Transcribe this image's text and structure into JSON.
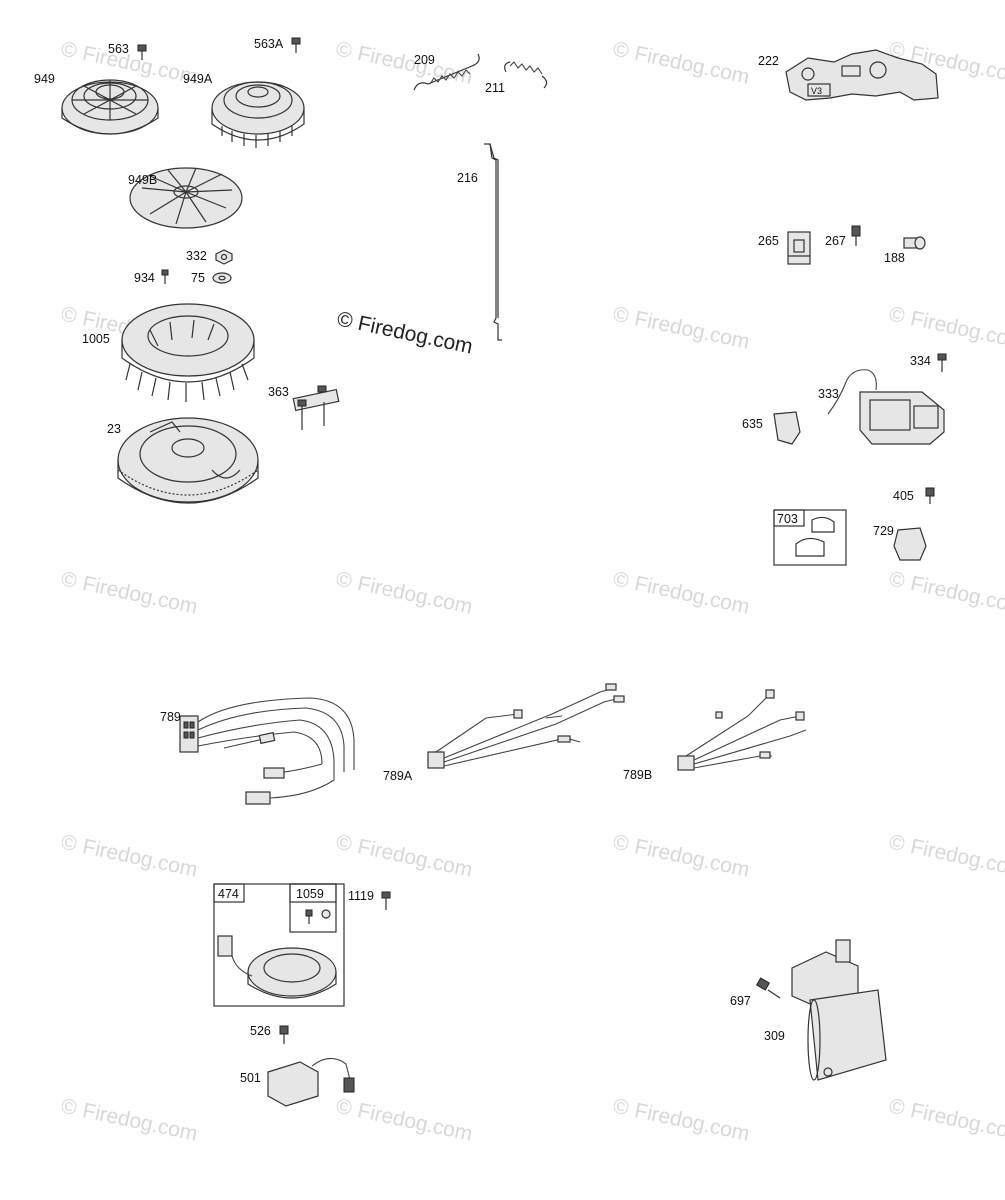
{
  "watermark": "Firedog.com",
  "copyright_symbol": "©",
  "center_notice": "© Firedog.com",
  "labels": {
    "p949": "949",
    "p563": "563",
    "p563a": "563A",
    "p949a": "949A",
    "p949b": "949B",
    "p332": "332",
    "p934": "934",
    "p75": "75",
    "p1005": "1005",
    "p363": "363",
    "p23": "23",
    "p209": "209",
    "p211": "211",
    "p216": "216",
    "p222": "222",
    "p265": "265",
    "p267": "267",
    "p188": "188",
    "p334": "334",
    "p333": "333",
    "p635": "635",
    "p405": "405",
    "p703": "703",
    "p729": "729",
    "p789": "789",
    "p789a": "789A",
    "p789b": "789B",
    "p474": "474",
    "p1059": "1059",
    "p1119": "1119",
    "p526": "526",
    "p501": "501",
    "p697": "697",
    "p309": "309"
  },
  "decal_text": "V3"
}
